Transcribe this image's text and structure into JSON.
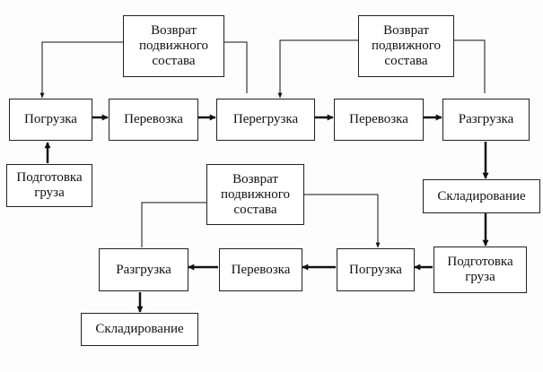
{
  "labels": {
    "vozvrat": "Возврат\nподвижного\nсостава",
    "pogruzka": "Погрузка",
    "perevozka": "Перевозка",
    "peregruzka": "Перегрузка",
    "razgruzka": "Разгрузка",
    "podgotovka": "Подготовка\nгруза",
    "skladirovanie": "Складирование"
  }
}
